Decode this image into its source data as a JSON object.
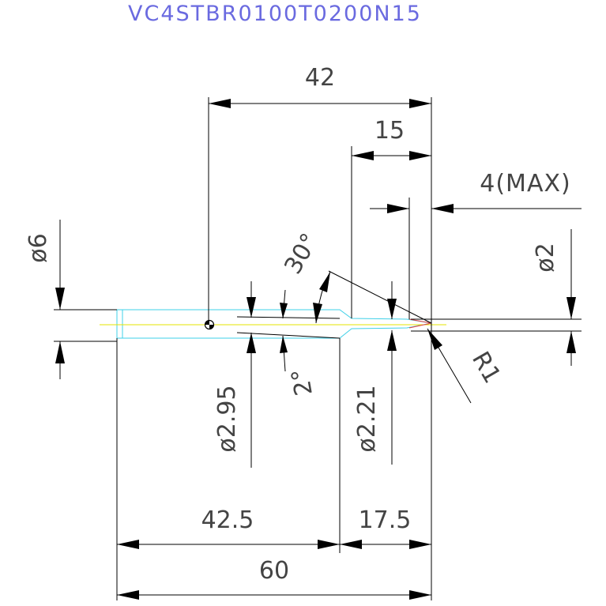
{
  "title": "VC4STBR0100T0200N15",
  "colors": {
    "title": "#6a6ae0",
    "tool_outline": "#3fd0e8",
    "tool_axis": "#e6e600",
    "tool_tip": "#e04040",
    "dimension": "#000000",
    "dim_text": "#444444"
  },
  "dimensions": {
    "d42": "42",
    "d15": "15",
    "d4max": "4(MAX)",
    "dia6": "ø6",
    "dia2": "ø2",
    "ang30": "30°",
    "ang2": "2°",
    "r1": "R1",
    "dia295": "ø2.95",
    "dia221": "ø2.21",
    "d425": "42.5",
    "d175": "17.5",
    "d60": "60"
  }
}
